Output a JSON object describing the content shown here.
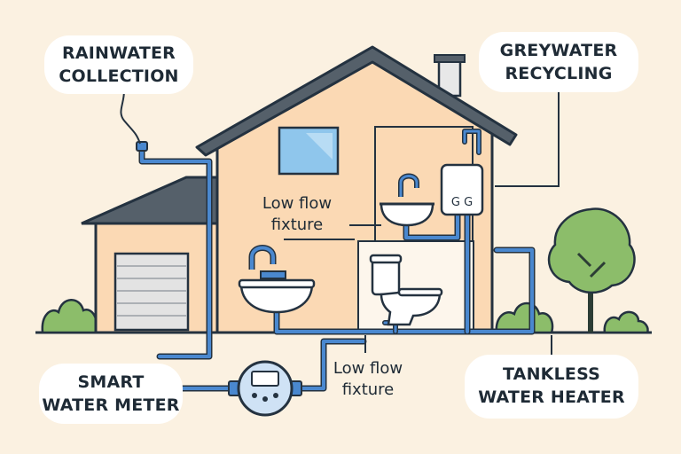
{
  "labels": {
    "rainwater": [
      "RAINWATER",
      "COLLECTION"
    ],
    "greywater": [
      "GREYWATER",
      "RECYCLING"
    ],
    "fixture_top": [
      "Low flow",
      "fixture"
    ],
    "fixture_bottom": [
      "Low flow",
      "fixture"
    ],
    "smart_meter": [
      "SMART",
      "WATER METER"
    ],
    "tankless": [
      "TANKLESS",
      "WATER HEATER"
    ]
  },
  "heater_display": "G G",
  "colors": {
    "background": "#fbf1e1",
    "house_wall": "#fbd9b4",
    "roof": "#55606a",
    "outline": "#243240",
    "pipe": "#4a88cf",
    "window": "#8fc6ec",
    "garage_door": "#e3e3e3",
    "tree": "#8cbd6a",
    "tree_trunk": "#2c3d35",
    "bubble": "#ffffff"
  }
}
